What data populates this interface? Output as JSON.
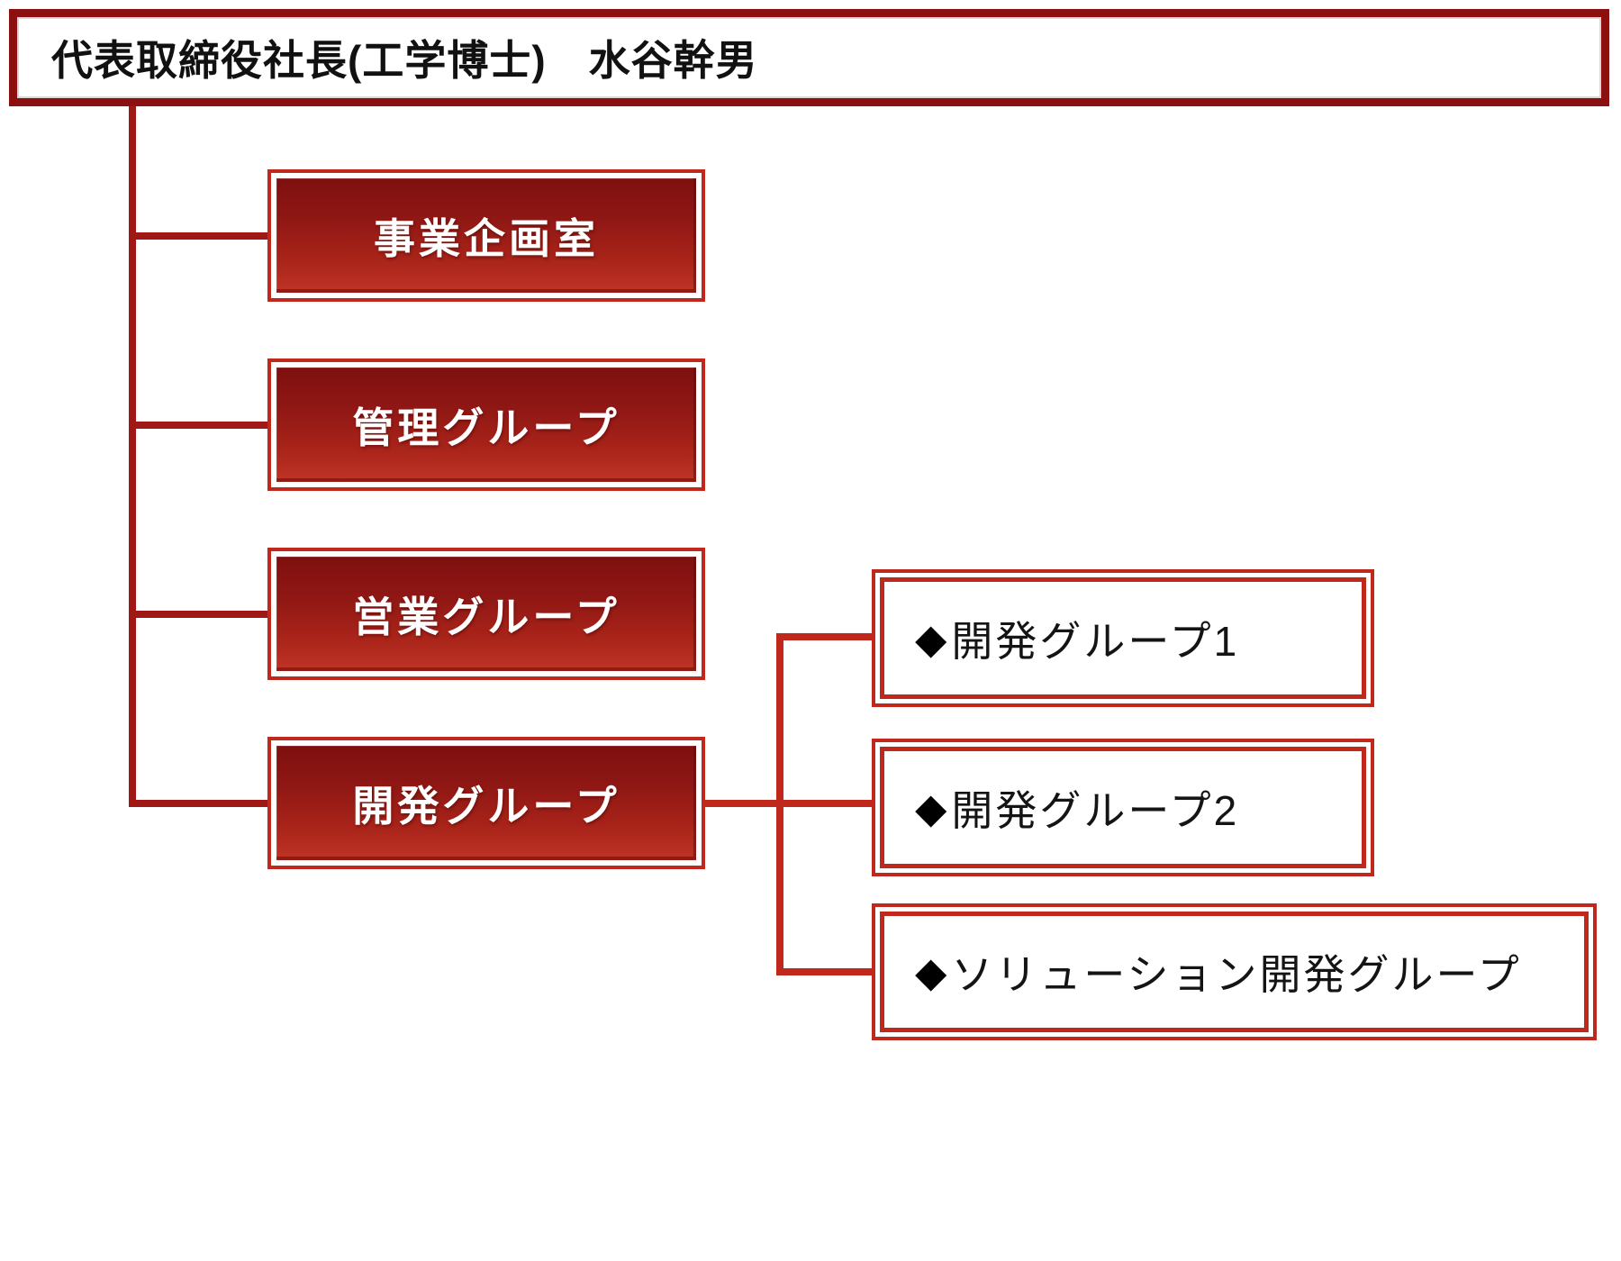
{
  "org_chart": {
    "root": {
      "label": "代表取締役社長(工学博士)　水谷幹男"
    },
    "departments": [
      {
        "label": "事業企画室"
      },
      {
        "label": "管理グループ"
      },
      {
        "label": "営業グループ"
      },
      {
        "label": "開発グループ"
      }
    ],
    "dev_subgroups": [
      {
        "bullet": "◆",
        "label": "開発グループ1"
      },
      {
        "bullet": "◆",
        "label": "開発グループ2"
      },
      {
        "bullet": "◆",
        "label": "ソリューション開発グループ"
      }
    ],
    "colors": {
      "root_border": "#8c1010",
      "connector_dark": "#a01815",
      "connector_bright": "#c1281c",
      "box_border": "#c1281c",
      "gradient_top": "#7e1010",
      "gradient_bottom": "#bf3426",
      "dept_text": "#ffffff",
      "sub_text": "#141414"
    }
  }
}
